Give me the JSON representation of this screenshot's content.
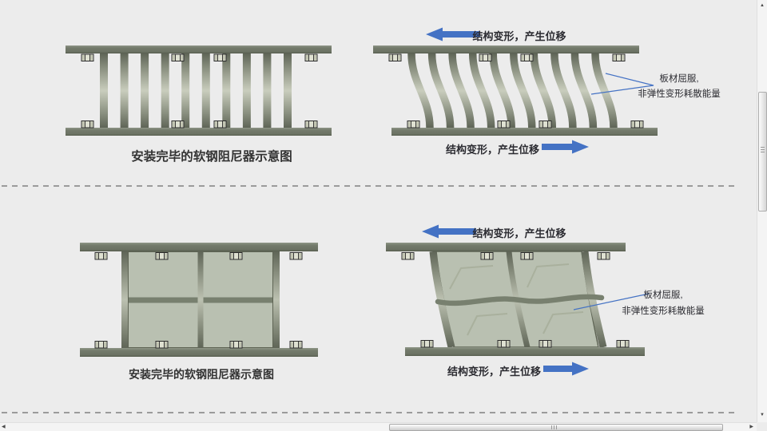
{
  "colors": {
    "background": "#ececec",
    "accent_blue": "#4472c4",
    "panel_sage": "#b9c0b1",
    "member_olive": "#78806f",
    "text_dark": "#333333",
    "text_annotation": "#2b2b31"
  },
  "diagrams": {
    "top_left": {
      "caption": "安装完毕的软钢阻尼器示意图"
    },
    "top_right": {
      "top_arrow_text": "结构变形，产生位移",
      "bottom_arrow_text": "结构变形，产生位移",
      "callout_line1": "板材屈服,",
      "callout_line2": "非弹性变形耗散能量"
    },
    "bottom_left": {
      "caption": "安装完毕的软钢阻尼器示意图"
    },
    "bottom_right": {
      "top_arrow_text": "结构变形，产生位移",
      "bottom_arrow_text": "结构变形，产生位移",
      "callout_line1": "板材屈服,",
      "callout_line2": "非弹性变形耗散能量"
    }
  },
  "icons": {
    "scroll_up": "▲",
    "scroll_down": "▼",
    "scroll_left": "◀",
    "scroll_right": "▶"
  }
}
